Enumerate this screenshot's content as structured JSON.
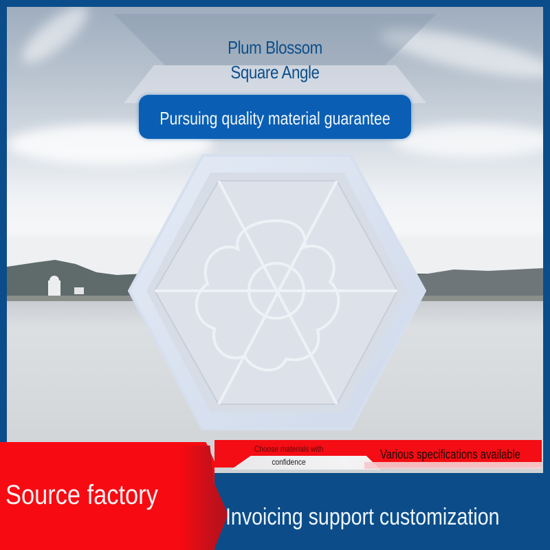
{
  "header": {
    "title_line_1": "Plum Blossom",
    "title_line_2": "Square Angle",
    "slogan": "Pursuing quality material guarantee"
  },
  "product": {
    "name": "hexagonal-plum-blossom-mold",
    "pattern": "plum-blossom-with-six-radial-spokes",
    "color": "#dfe7f3"
  },
  "features": {
    "choose_line_1": "Choose materials with",
    "choose_line_2": "confidence",
    "specifications": "Various specifications available",
    "source": "Source factory",
    "invoicing": "Invoicing support customization"
  },
  "colors": {
    "brand_blue": "#0c4d89",
    "pill_blue": "#0a5fb4",
    "accent_red": "#f80a12",
    "title_blue": "#0c4f8a"
  }
}
